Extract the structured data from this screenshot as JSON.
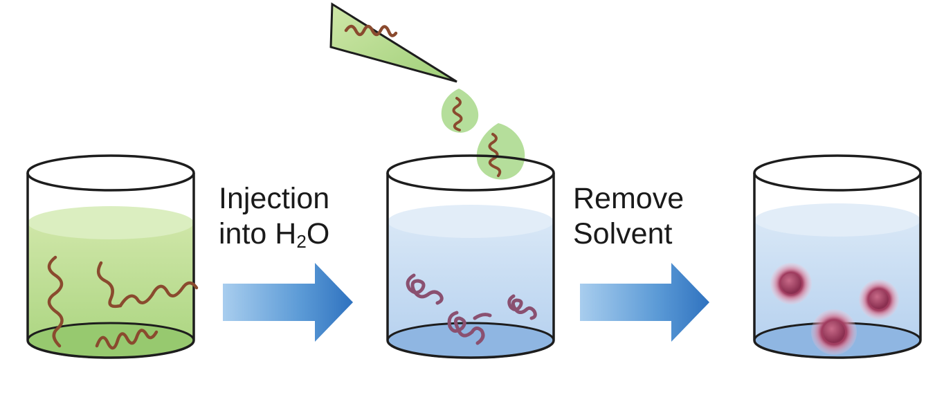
{
  "steps": [
    {
      "line1": "Injection",
      "line2_pre": "into H",
      "line2_sub": "2",
      "line2_post": "O"
    },
    {
      "line1": "Remove",
      "line2": "Solvent"
    }
  ],
  "colors": {
    "organic_solution": "#bfe09a",
    "water": "#c9ddf2",
    "arrow": "#4d8fcf",
    "polymer_chain": "#8a4a2e",
    "polymer_coil": "#8a5070",
    "nanoparticle": "#9a3a5a"
  }
}
